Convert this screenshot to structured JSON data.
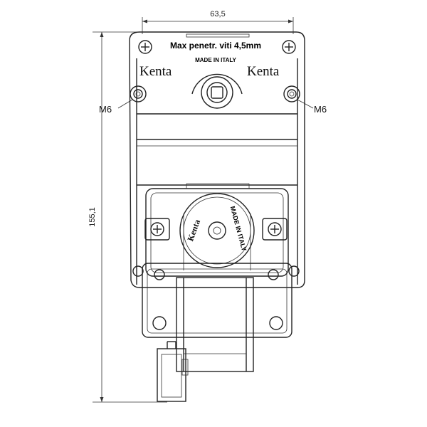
{
  "dimensions": {
    "width_label": "63,5",
    "height_label": "155,1",
    "thread_left": "M6",
    "thread_right": "M6"
  },
  "plate": {
    "warning": "Max penetr. viti 4,5mm",
    "made_in": "MADE IN ITALY",
    "brand_left": "Kenta",
    "brand_right": "Kenta"
  },
  "motor": {
    "brand": "Kenta",
    "made_in": "MADE IN ITALY"
  }
}
